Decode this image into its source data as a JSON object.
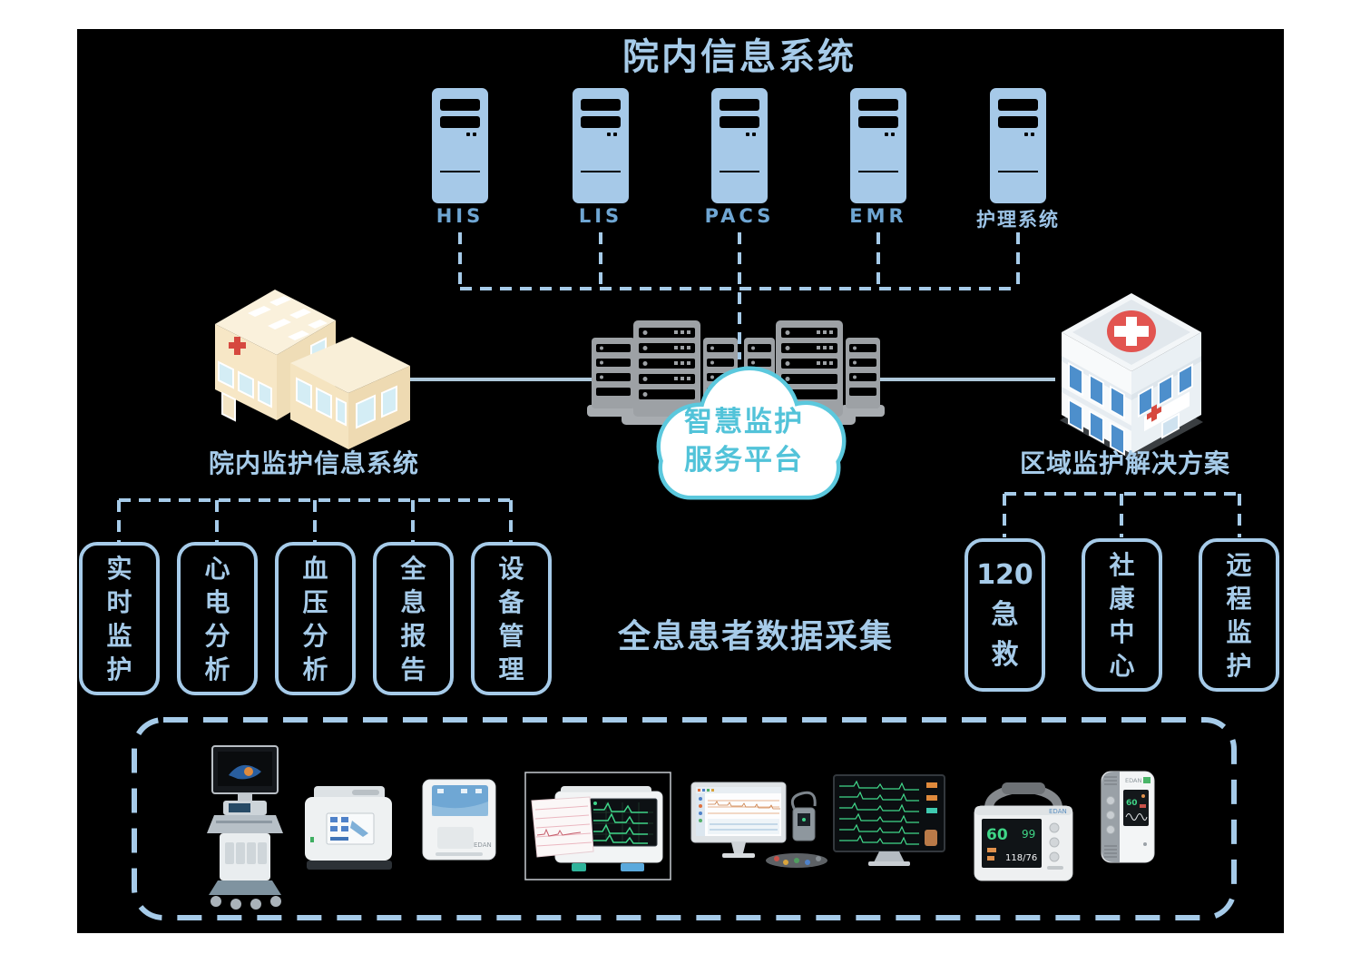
{
  "title": "院内信息系统",
  "servers": [
    "HIS",
    "LIS",
    "PACS",
    "EMR",
    "护理系统"
  ],
  "cloud": {
    "lines": [
      "智慧监护",
      "服务平台"
    ]
  },
  "left_building": {
    "label": "院内监护信息系统"
  },
  "right_building": {
    "label": "区域监护解决方案"
  },
  "left_boxes": [
    {
      "label": "实时监护",
      "lines": [
        "实",
        "时",
        "监",
        "护"
      ]
    },
    {
      "label": "心电分析",
      "lines": [
        "心",
        "电",
        "分",
        "析"
      ]
    },
    {
      "label": "血压分析",
      "lines": [
        "血",
        "压",
        "分",
        "析"
      ]
    },
    {
      "label": "全息报告",
      "lines": [
        "全",
        "息",
        "报",
        "告"
      ]
    },
    {
      "label": "设备管理",
      "lines": [
        "设",
        "备",
        "管",
        "理"
      ]
    }
  ],
  "right_boxes": [
    {
      "label": "120急救",
      "lines": [
        "120",
        "急",
        "救"
      ]
    },
    {
      "label": "社康中心",
      "lines": [
        "社",
        "康",
        "中",
        "心"
      ]
    },
    {
      "label": "远程监护",
      "lines": [
        "远",
        "程",
        "监",
        "护"
      ]
    }
  ],
  "center_caption": "全息患者数据采集",
  "devices": {
    "brand": "EDAN",
    "items": [
      "ultrasound-system",
      "immunoassay-analyzer",
      "poc-analyzer",
      "electrocardiograph",
      "ecg-workstation",
      "central-monitor",
      "patient-monitor",
      "telemetry-transmitter"
    ],
    "patient_monitor": {
      "hr": "60",
      "spo2": "99",
      "nibp": "118/76"
    },
    "telemetry": {
      "hr": "60"
    }
  },
  "colors": {
    "background": "#000000",
    "page_margin": "#ffffff",
    "accent_blue": "#A6CBE9",
    "acronym_blue": "#6FA6D3",
    "cloud_border": "#5BC8DD",
    "cloud_text": "#52C3D9",
    "rack_gray": "#9DA1A5",
    "solid_line": "#AEC8DA",
    "building_cream": "#F7E7C6",
    "red_cross": "#D6493F",
    "ecg_green": "#3ED488"
  }
}
